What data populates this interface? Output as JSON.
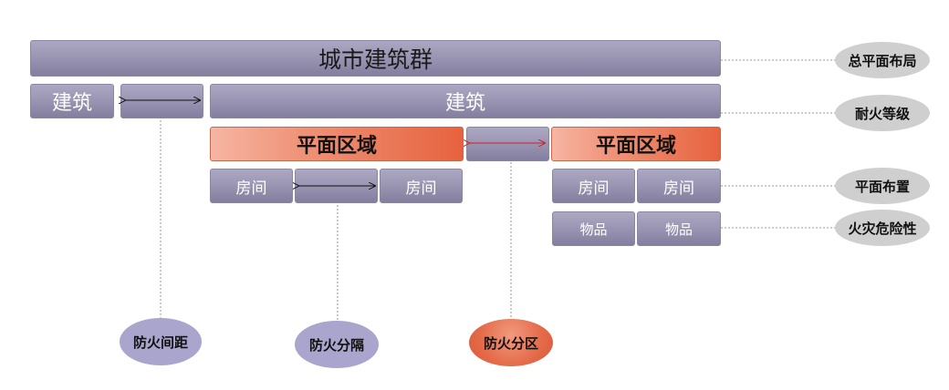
{
  "top": {
    "title": "城市建筑群"
  },
  "row2": {
    "left_building": "建筑",
    "right_building": "建筑"
  },
  "zones": {
    "zone_left": "平面区域",
    "zone_right": "平面区域"
  },
  "rooms": {
    "r1": "房间",
    "r2": "房间",
    "r3": "房间",
    "r4": "房间"
  },
  "items": {
    "i1": "物品",
    "i2": "物品"
  },
  "side_labels": {
    "overall_layout": "总平面布局",
    "fire_rating": "耐火等级",
    "plan_layout": "平面布置",
    "fire_hazard": "火灾危险性"
  },
  "bottom_labels": {
    "fire_spacing": "防火间距",
    "fire_separation": "防火分隔",
    "fire_compartment": "防火分区"
  },
  "colors": {
    "box": "#9792b0",
    "zone": "#e7623e",
    "arrow_red": "#cc2222"
  }
}
